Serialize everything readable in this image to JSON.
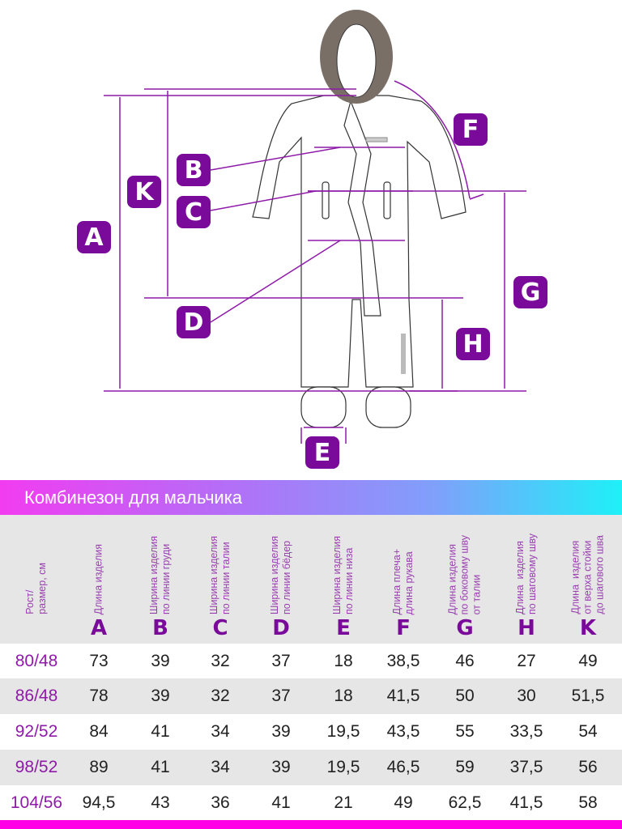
{
  "diagram": {
    "labels": [
      "A",
      "K",
      "B",
      "C",
      "D",
      "F",
      "G",
      "H",
      "E"
    ],
    "accent": "#7a0a9a",
    "line_color": "#8e1aa8"
  },
  "table": {
    "title": "Комбинезон для мальчика",
    "headers": [
      {
        "text": "Рост/\nразмер, см",
        "letter": ""
      },
      {
        "text": "Длина изделия",
        "letter": "A"
      },
      {
        "text": "Ширина изделия\nпо линии груди",
        "letter": "B"
      },
      {
        "text": "Ширина изделия\nпо линии талии",
        "letter": "C"
      },
      {
        "text": "Ширина изделия\nпо линии бёдер",
        "letter": "D"
      },
      {
        "text": "Ширина изделия\nпо линии низа",
        "letter": "E"
      },
      {
        "text": "Длина плеча+\nдлина рукава",
        "letter": "F"
      },
      {
        "text": "Длина изделия\nпо боковому шву\nот талии",
        "letter": "G"
      },
      {
        "text": "Длина  изделия\nпо шаговому шву",
        "letter": "H"
      },
      {
        "text": "Длина  изделия\nот верха стойки\nдо шагового шва",
        "letter": "K"
      }
    ],
    "rows": [
      [
        "80/48",
        "73",
        "39",
        "32",
        "37",
        "18",
        "38,5",
        "46",
        "27",
        "49"
      ],
      [
        "86/48",
        "78",
        "39",
        "32",
        "37",
        "18",
        "41,5",
        "50",
        "30",
        "51,5"
      ],
      [
        "92/52",
        "84",
        "41",
        "34",
        "39",
        "19,5",
        "43,5",
        "55",
        "33,5",
        "54"
      ],
      [
        "98/52",
        "89",
        "41",
        "34",
        "39",
        "19,5",
        "46,5",
        "59",
        "37,5",
        "56"
      ],
      [
        "104/56",
        "94,5",
        "43",
        "36",
        "41",
        "21",
        "49",
        "62,5",
        "41,5",
        "58"
      ]
    ]
  }
}
